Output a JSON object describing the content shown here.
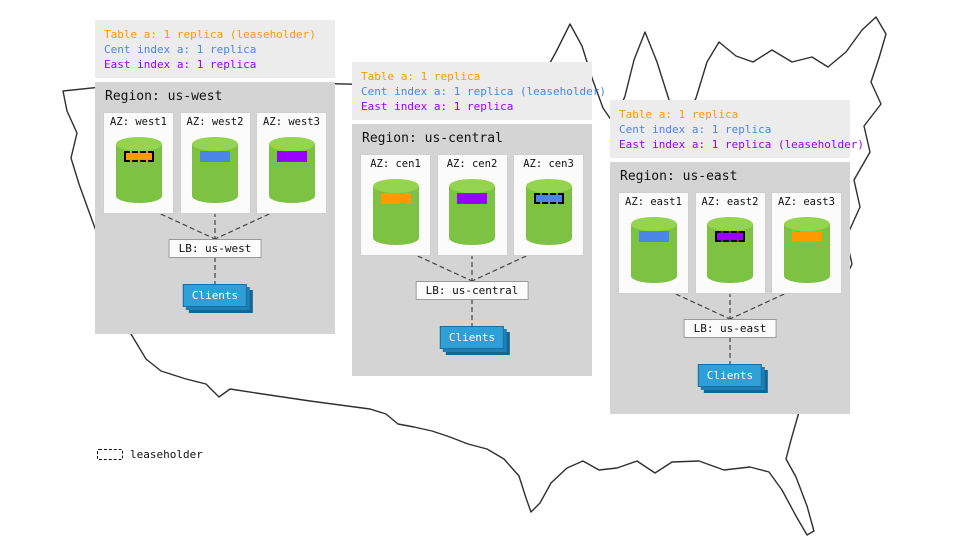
{
  "colors": {
    "orange": "#ff9900",
    "blue": "#4a86e8",
    "purple": "#9900ff",
    "clients_blue": "#2f9fd8",
    "cylinder_green": "#7dc242",
    "cylinder_green_top": "#94d44f",
    "panel_gray": "#d4d4d4",
    "summary_gray": "#ececec"
  },
  "legend": {
    "label": "leaseholder"
  },
  "regions": [
    {
      "name": "us-west",
      "summary": [
        {
          "text": "Table a: 1 replica (leaseholder)",
          "color": "orange"
        },
        {
          "text": "Cent index a: 1 replica",
          "color": "blue"
        },
        {
          "text": "East index a: 1 replica",
          "color": "purple"
        }
      ],
      "title": "Region: us-west",
      "azs": [
        {
          "label": "AZ: west1",
          "replica_color": "orange",
          "leaseholder": true
        },
        {
          "label": "AZ: west2",
          "replica_color": "blue",
          "leaseholder": false
        },
        {
          "label": "AZ: west3",
          "replica_color": "purple",
          "leaseholder": false
        }
      ],
      "lb": "LB: us-west",
      "clients": "Clients"
    },
    {
      "name": "us-central",
      "summary": [
        {
          "text": "Table a: 1 replica",
          "color": "orange"
        },
        {
          "text": "Cent index a: 1 replica (leaseholder)",
          "color": "blue"
        },
        {
          "text": "East index a: 1 replica",
          "color": "purple"
        }
      ],
      "title": "Region: us-central",
      "azs": [
        {
          "label": "AZ: cen1",
          "replica_color": "orange",
          "leaseholder": false
        },
        {
          "label": "AZ: cen2",
          "replica_color": "purple",
          "leaseholder": false
        },
        {
          "label": "AZ: cen3",
          "replica_color": "blue",
          "leaseholder": true
        }
      ],
      "lb": "LB: us-central",
      "clients": "Clients"
    },
    {
      "name": "us-east",
      "summary": [
        {
          "text": "Table a: 1 replica",
          "color": "orange"
        },
        {
          "text": "Cent index a: 1 replica",
          "color": "blue"
        },
        {
          "text": "East index a: 1 replica (leaseholder)",
          "color": "purple"
        }
      ],
      "title": "Region: us-east",
      "azs": [
        {
          "label": "AZ: east1",
          "replica_color": "blue",
          "leaseholder": false
        },
        {
          "label": "AZ: east2",
          "replica_color": "purple",
          "leaseholder": true
        },
        {
          "label": "AZ: east3",
          "replica_color": "orange",
          "leaseholder": false
        }
      ],
      "lb": "LB: us-east",
      "clients": "Clients"
    }
  ]
}
